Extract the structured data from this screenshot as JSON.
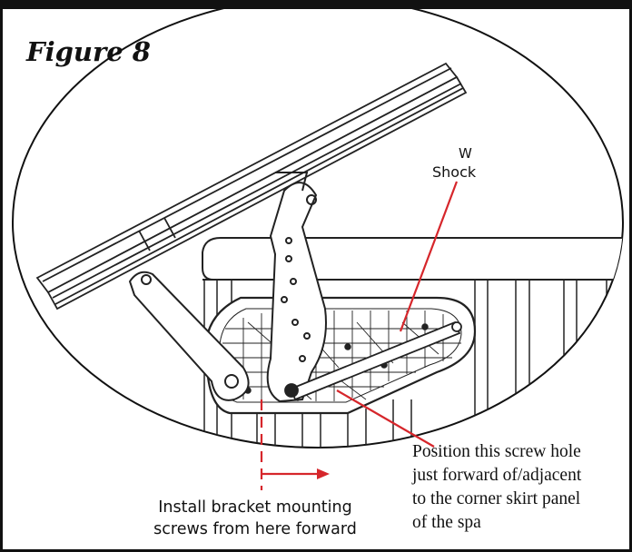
{
  "figure": {
    "title": "Figure 8"
  },
  "labels": {
    "w": "W",
    "shock": "Shock"
  },
  "notes": {
    "left": [
      "Install bracket mounting",
      "screws from here forward"
    ],
    "right": [
      "Position this screw hole",
      "just forward of/adjacent",
      "to the corner skirt panel",
      "of the spa"
    ]
  },
  "colors": {
    "callout": "#d6262b",
    "line": "#111111"
  }
}
